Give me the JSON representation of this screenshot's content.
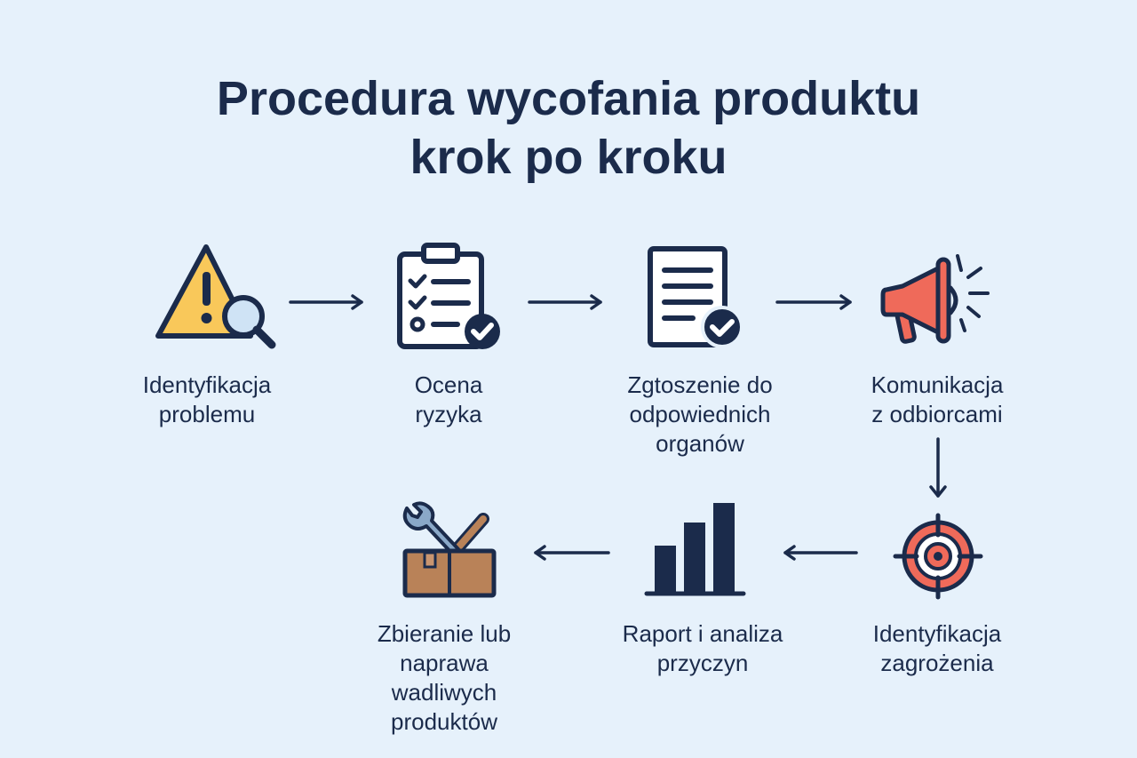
{
  "title": {
    "line1": "Procedura wycofania produktu",
    "line2": "krok po kroku"
  },
  "steps": [
    {
      "icon": "warning-magnifier-icon",
      "lines": [
        "Identyfikacja",
        "problemu"
      ]
    },
    {
      "icon": "checklist-clipboard-icon",
      "lines": [
        "Ocena",
        "ryzyka"
      ]
    },
    {
      "icon": "document-check-icon",
      "lines": [
        "Zgtoszenie do",
        "odpowiednich",
        "organów"
      ]
    },
    {
      "icon": "megaphone-icon",
      "lines": [
        "Komunikacja",
        "z odbiorcami"
      ]
    },
    {
      "icon": "target-icon",
      "lines": [
        "Identyfikacja",
        "zagrożenia"
      ]
    },
    {
      "icon": "bar-chart-icon",
      "lines": [
        "Raport i analiza",
        "przyczyn"
      ]
    },
    {
      "icon": "toolbox-wrench-icon",
      "lines": [
        "Zbieranie lub",
        "naprawa",
        "wadliwych",
        "produktów"
      ]
    }
  ],
  "colors": {
    "background": "#e6f1fb",
    "navy": "#1b2b4b",
    "warning": "#f9c85a",
    "alert_red": "#ef6a5a",
    "box_brown": "#b98258",
    "wrench_blue": "#8aa8c8"
  }
}
